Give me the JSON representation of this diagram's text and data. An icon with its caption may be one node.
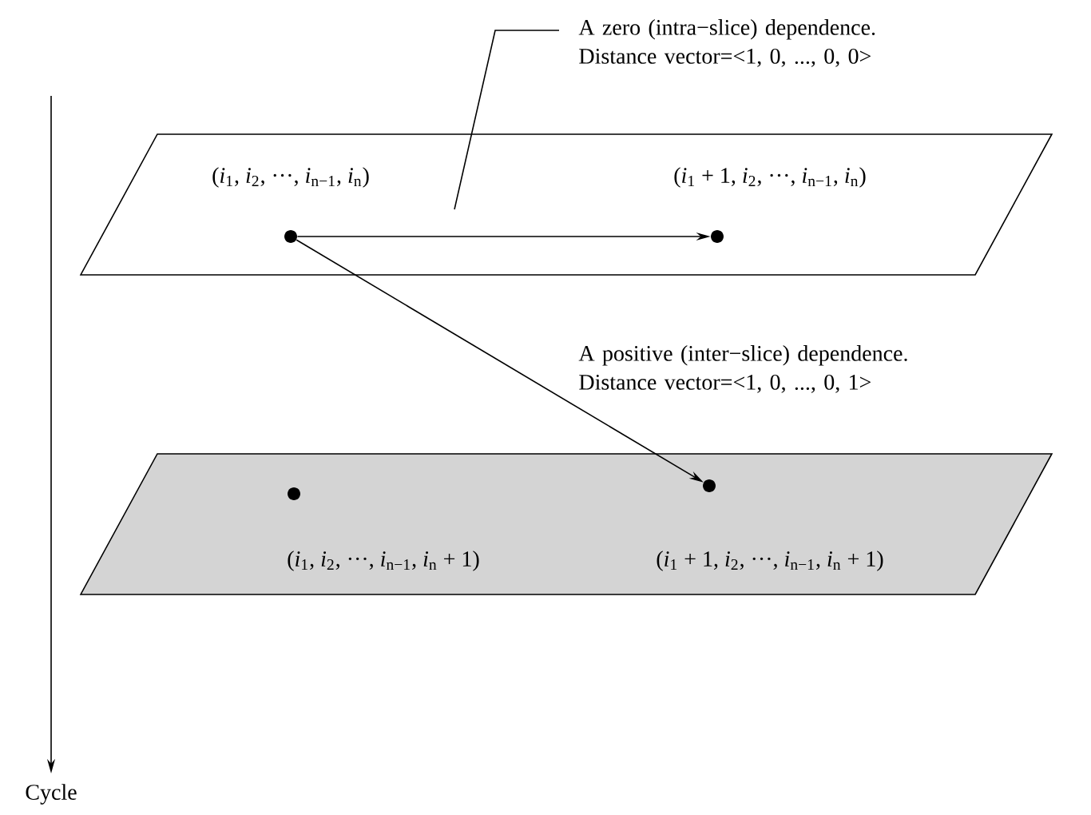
{
  "diagram": {
    "nodes": [
      {
        "text": [],
        "shape": "parallelogram"
      },
      {
        "text": [],
        "shape": "circle",
        "in": 0,
        "beside": [
          "(*i*$_{1}$, *i*$_{2}$, ···, *i*$_{n−1}$, *i*$_{n}$)"
        ]
      },
      {
        "text": [],
        "shape": "circle",
        "in": 0,
        "beside": [
          "(*i*$_{1}$ + 1, *i*$_{2}$, ···, *i*$_{n−1}$, *i*$_{n}$)"
        ]
      },
      {
        "text": [
          "A zero (intra−slice) dependence. Distance vector=<1, 0, ..., 0, 0>"
        ]
      },
      {
        "text": [],
        "shape": "parallelogram"
      },
      {
        "text": [],
        "shape": "circle",
        "in": 4,
        "beside": [
          "(*i*$_{1}$, *i*$_{2}$, ···, *i*$_{n−1}$, *i*$_{n}$ + 1)"
        ]
      },
      {
        "text": [],
        "shape": "circle",
        "in": 4,
        "beside": [
          "(*i*$_{1}$ + 1, *i*$_{2}$, ···, *i*$_{n−1}$, *i*$_{n}$ + 1)"
        ]
      }
    ],
    "edges": [
      {
        "from": 1,
        "to": 2,
        "arrow": "to"
      },
      {
        "from": 1,
        "to": 6,
        "arrow": "to"
      },
      {
        "from": 3,
        "to": 0,
        "arrow": "none"
      }
    ],
    "labels": [
      "A positive (inter−slice) dependence. Distance vector=<1, 0, ..., 0, 1>",
      "Cycle"
    ]
  }
}
